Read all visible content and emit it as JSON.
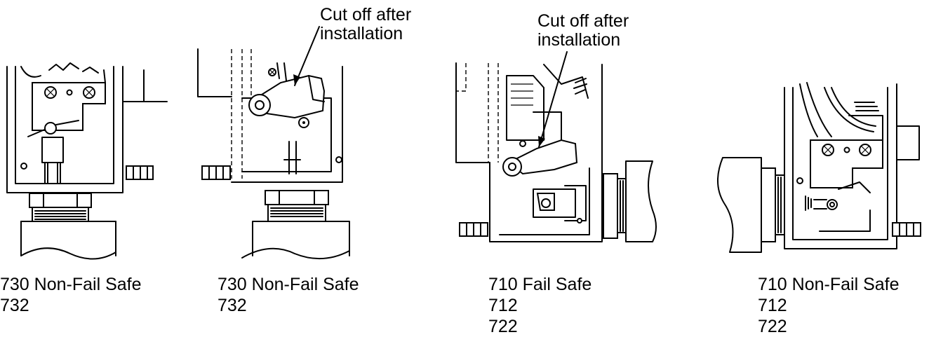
{
  "figures": [
    {
      "id": "fig1",
      "caption": [
        "730 Non-Fail Safe",
        "732"
      ]
    },
    {
      "id": "fig2",
      "caption": [
        "730 Non-Fail Safe",
        "732"
      ],
      "note": [
        "Cut off after",
        "installation"
      ]
    },
    {
      "id": "fig3",
      "caption": [
        "710 Fail Safe",
        "712",
        "722"
      ],
      "note": [
        "Cut off after",
        "installation"
      ]
    },
    {
      "id": "fig4",
      "caption": [
        "710 Non-Fail Safe",
        "712",
        "722"
      ]
    }
  ]
}
